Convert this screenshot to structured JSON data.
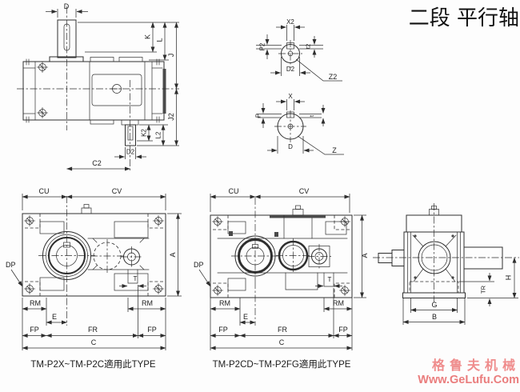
{
  "title": "二段 平行轴",
  "watermark": {
    "brand": "格鲁夫机械",
    "site": "Www.GeLufu.Com"
  },
  "colors": {
    "ink": "#2e2e2e",
    "watermark_pink": "#ef8c8c",
    "watermark_url_pink": "#ea7d7d",
    "paper": "#fdfdfd"
  },
  "side_view": {
    "d": "D",
    "k": "K",
    "l": "L",
    "j": "J",
    "j2": "J2",
    "k2": "K2",
    "l2": "L2",
    "d2": "D2",
    "c2": "C2"
  },
  "section_z2": {
    "x2": "X2",
    "p2": "P2",
    "t2": "t2",
    "d2": "D2",
    "z2": "Z2"
  },
  "section_z": {
    "x": "X",
    "p": "P",
    "t": "t",
    "d": "D",
    "z": "Z"
  },
  "front_small": {
    "cu": "CU",
    "cv": "CV",
    "dp": "DP",
    "a": "A",
    "t": "T",
    "rm_l": "RM",
    "rm_r": "RM",
    "e": "E",
    "fp_l": "FP",
    "fr": "FR",
    "fp_r": "FP",
    "c": "C",
    "caption": "TM-P2X~TM-P2C適用此TYPE"
  },
  "front_large": {
    "cu": "CU",
    "cv": "CV",
    "dp": "DP",
    "a": "A",
    "t": "T",
    "rm_l": "RM",
    "rm_r": "RM",
    "e": "E",
    "fp_l": "FP",
    "fr": "FR",
    "fp_r": "FP",
    "c": "C",
    "caption": "TM-P2CD~TM-P2FG適用此TYPE"
  },
  "end_view": {
    "g": "G",
    "b": "B",
    "h": "H",
    "tr": "TR"
  }
}
